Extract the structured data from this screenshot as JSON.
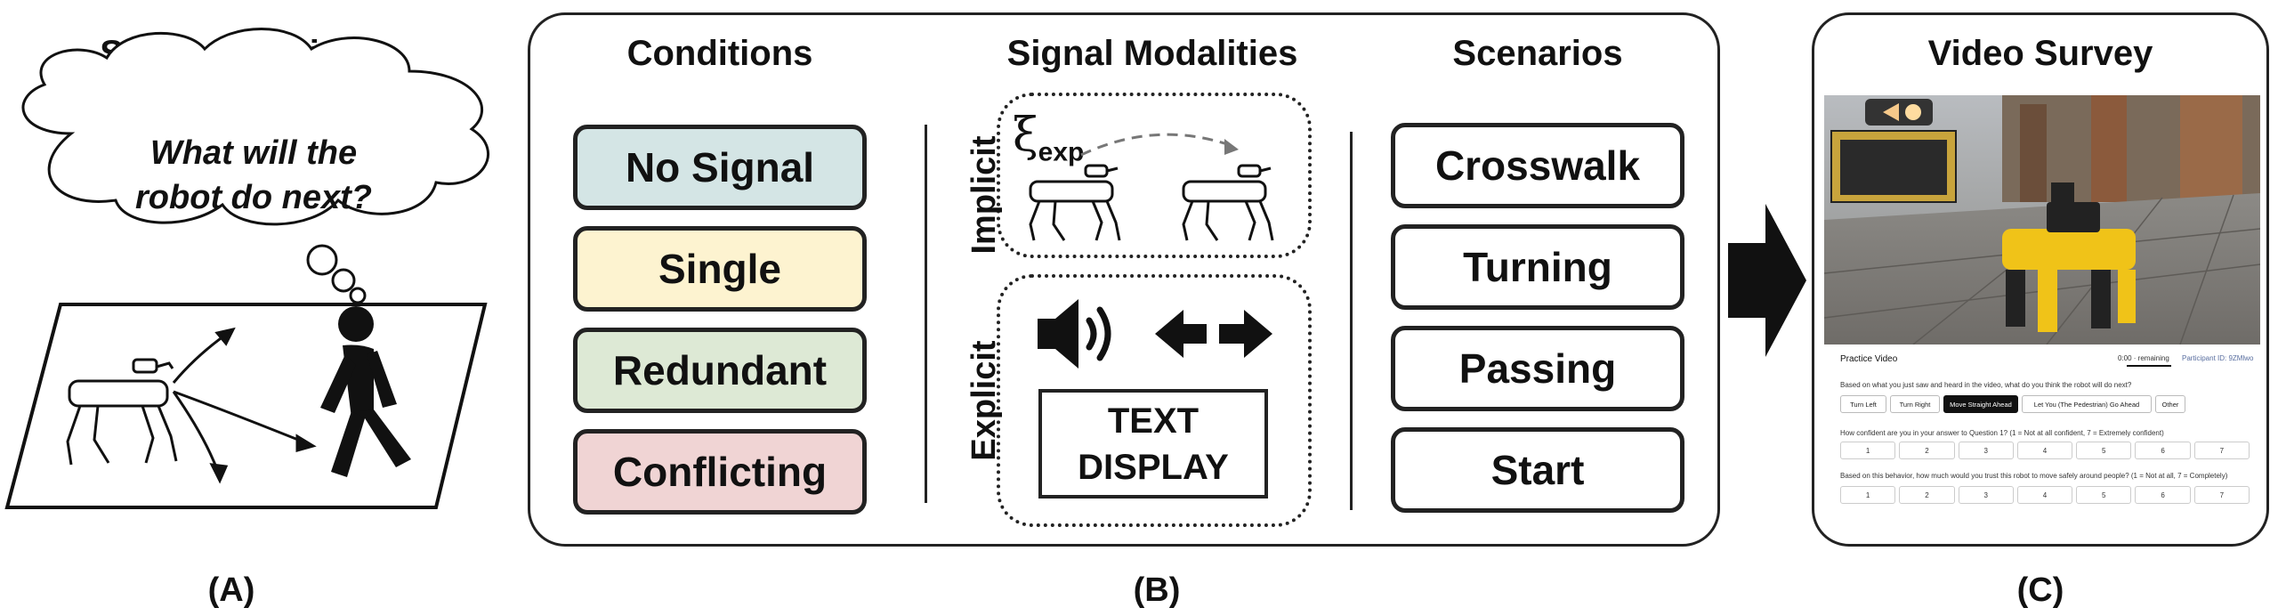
{
  "panel_a": {
    "title": "Study Question",
    "cloud_line1": "What will the",
    "cloud_line2": "robot do next?",
    "label": "(A)"
  },
  "panel_b": {
    "conditions_title": "Conditions",
    "conditions": [
      {
        "label": "No Signal",
        "color": "#d4e5e5"
      },
      {
        "label": "Single",
        "color": "#fdf3d0"
      },
      {
        "label": "Redundant",
        "color": "#dde9d5"
      },
      {
        "label": "Conflicting",
        "color": "#f0d4d4"
      }
    ],
    "modalities_title": "Signal Modalities",
    "implicit_label": "Implicit",
    "explicit_label": "Explicit",
    "xi_symbol": "ξ",
    "xi_subscript": "exp",
    "text_display_line1": "TEXT",
    "text_display_line2": "DISPLAY",
    "scenarios_title": "Scenarios",
    "scenarios": [
      "Crosswalk",
      "Turning",
      "Passing",
      "Start"
    ],
    "label": "(B)"
  },
  "panel_c": {
    "title": "Video Survey",
    "survey_heading": "Practice Video",
    "time_label": "0:00 · remaining",
    "participant_id": "Participant ID: 9ZMlwo",
    "q1": "Based on what you just saw and heard in the video, what do you think the robot will do next?",
    "q1_options": [
      {
        "label": "Turn Left",
        "selected": false
      },
      {
        "label": "Turn Right",
        "selected": false
      },
      {
        "label": "Move Straight Ahead",
        "selected": true
      },
      {
        "label": "Let You (The Pedestrian) Go Ahead",
        "selected": false
      },
      {
        "label": "Other",
        "selected": false
      }
    ],
    "q2": "How confident are you in your answer to Question 1? (1 = Not at all confident, 7 = Extremely confident)",
    "q3": "Based on this behavior, how much would you trust this robot to move safely around people? (1 = Not at all, 7 = Completely)",
    "scale": [
      "1",
      "2",
      "3",
      "4",
      "5",
      "6",
      "7"
    ],
    "label": "(C)"
  }
}
